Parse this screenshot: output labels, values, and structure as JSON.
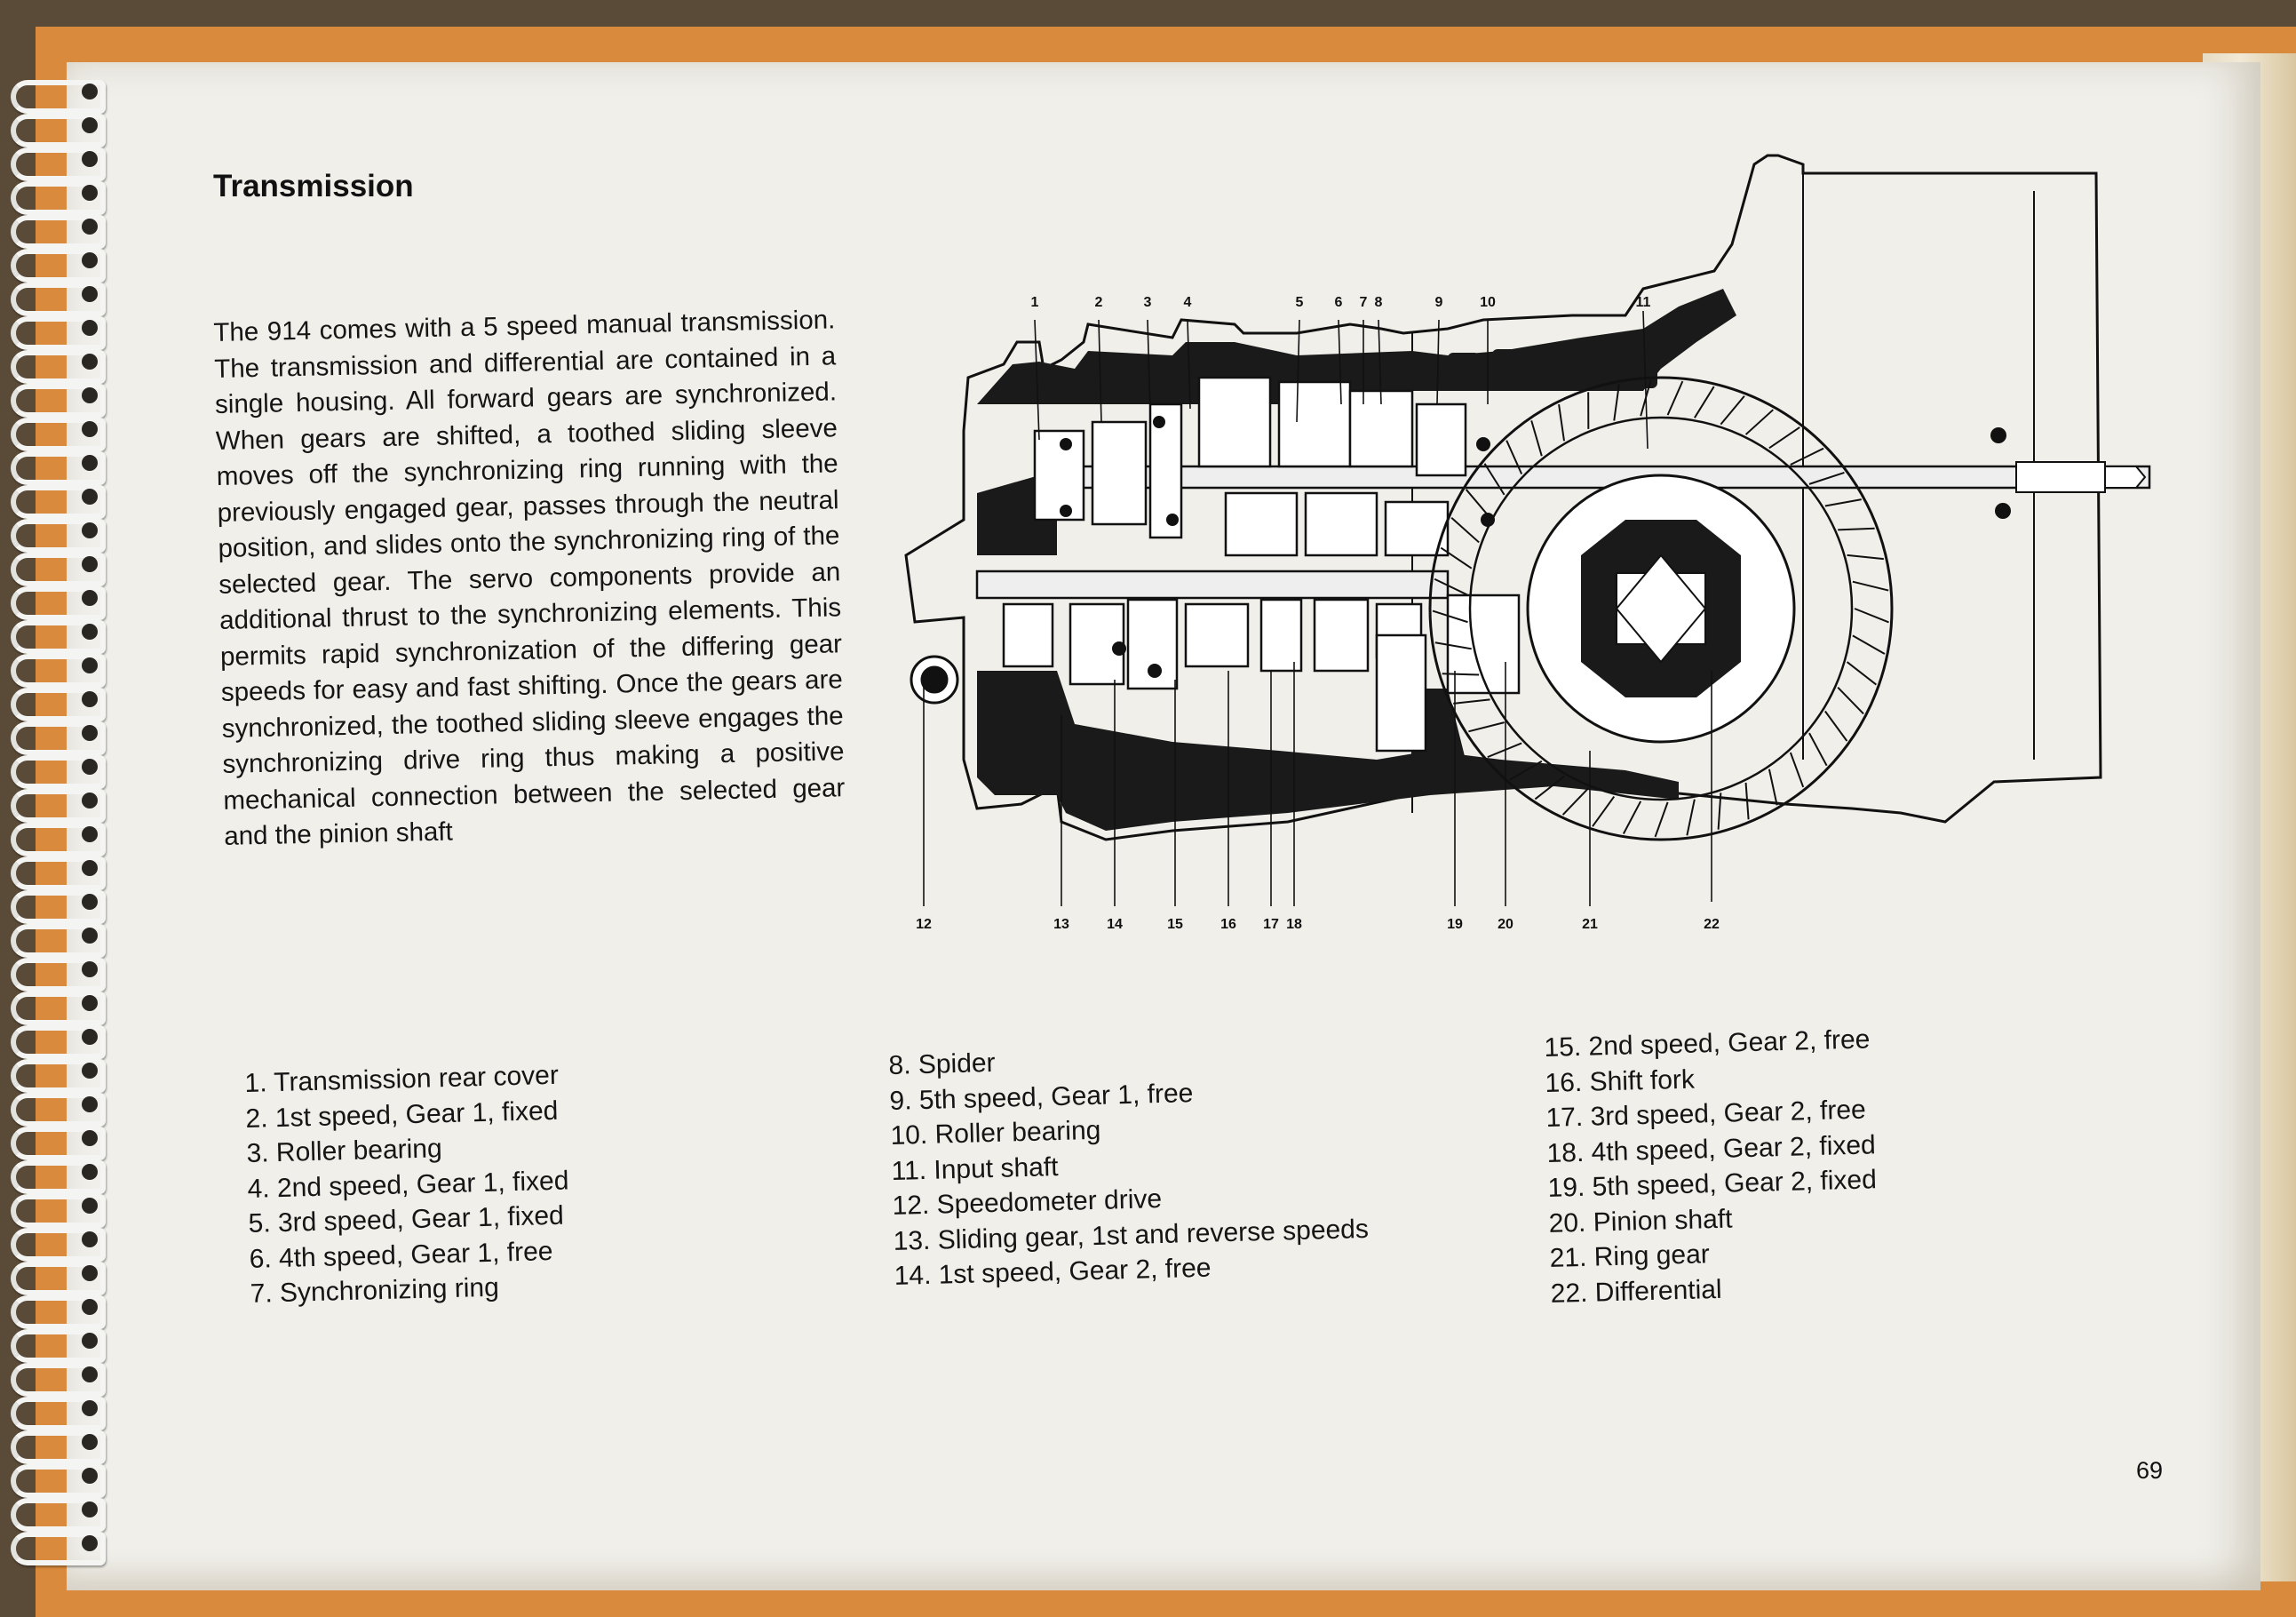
{
  "title": "Transmission",
  "body": "The 914 comes with a 5 speed manual transmission. The transmission and differential are contained in a single housing. All forward gears are synchronized. When gears are shifted, a toothed sliding sleeve moves off the synchronizing ring running with the previously engaged gear, passes through the neutral position, and slides onto the synchronizing ring of the selected gear. The servo components provide an additional thrust to the synchronizing elements. This permits rapid synchronization of the differing gear speeds for easy and fast shifting. Once the gears are synchronized, the toothed sliding sleeve engages the synchronizing drive ring thus making a positive mechanical connection between the selected gear and the pinion shaft",
  "diagram_callouts": {
    "top": [
      "1",
      "2",
      "3",
      "4",
      "5",
      "6",
      "7",
      "8",
      "9",
      "10",
      "11"
    ],
    "bottom": [
      "12",
      "13",
      "14",
      "15",
      "16",
      "17",
      "18",
      "19",
      "20",
      "21",
      "22"
    ]
  },
  "legend": {
    "column_1": [
      "1. Transmission rear cover",
      "2. 1st speed, Gear 1, fixed",
      "3. Roller bearing",
      "4. 2nd speed, Gear 1, fixed",
      "5. 3rd speed, Gear 1, fixed",
      "6. 4th speed, Gear 1, free",
      "7. Synchronizing ring"
    ],
    "column_2": [
      "8. Spider",
      "9. 5th speed, Gear 1, free",
      "10. Roller bearing",
      "11. Input shaft",
      "12. Speedometer drive",
      "13. Sliding gear, 1st and reverse speeds",
      "14. 1st speed, Gear 2, free"
    ],
    "column_3": [
      "15. 2nd speed, Gear 2, free",
      "16. Shift fork",
      "17. 3rd speed, Gear 2, free",
      "18. 4th speed, Gear 2, fixed",
      "19. 5th speed, Gear 2, fixed",
      "20. Pinion shaft",
      "21. Ring gear",
      "22. Differential"
    ]
  },
  "page_number": "69",
  "colors": {
    "paper": "#f0efea",
    "ink": "#151515",
    "cover": "#d98a3c"
  }
}
